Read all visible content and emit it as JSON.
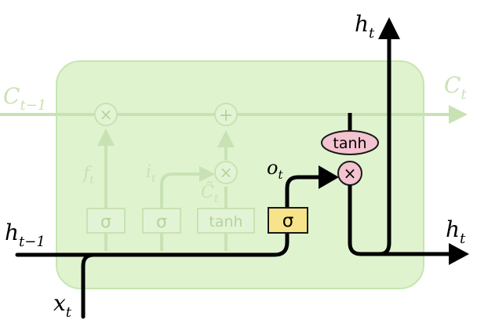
{
  "labels": {
    "c_prev": {
      "main": "C",
      "sub": "t−1"
    },
    "c_next": {
      "main": "C",
      "sub": "t"
    },
    "h_prev": {
      "main": "h",
      "sub": "t−1"
    },
    "h_out_top": {
      "main": "h",
      "sub": "t"
    },
    "h_out_right": {
      "main": "h",
      "sub": "t"
    },
    "x_in": {
      "main": "x",
      "sub": "t"
    },
    "f_gate": {
      "main": "f",
      "sub": "t"
    },
    "i_gate": {
      "main": "i",
      "sub": "t"
    },
    "c_tilde": {
      "main": "C̃",
      "sub": "t"
    },
    "o_gate": {
      "main": "o",
      "sub": "t"
    }
  },
  "gates": {
    "forget_layer": "σ",
    "input_layer": "σ",
    "candidate_layer": "tanh",
    "output_layer": "σ"
  },
  "ops": {
    "forget_mult": "×",
    "input_mult": "×",
    "cell_add": "+",
    "output_mult": "×",
    "output_tanh": "tanh"
  },
  "colors": {
    "cell_fill": "#dff3cf",
    "cell_stroke": "#c6e6b0",
    "faded": "#c9e2b3",
    "faded_text": "#b3d49b",
    "highlight_line": "#000000",
    "output_gate_fill": "#f7e48a",
    "output_gate_stroke": "#1a1a1a",
    "pointwise_fill": "#f3c3cf",
    "pointwise_stroke": "#1a1a1a"
  }
}
